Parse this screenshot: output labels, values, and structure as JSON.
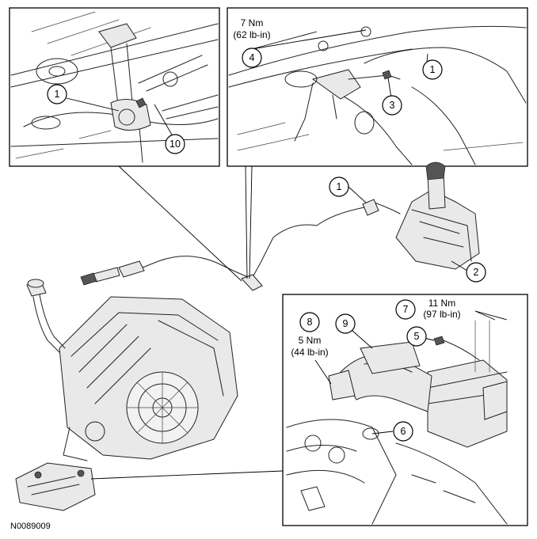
{
  "figure_id": "N0089009",
  "callouts": {
    "c1_detail_left": "1",
    "c10": "10",
    "c4": "4",
    "c3": "3",
    "c1_detail_top": "1",
    "c1_shifter": "1",
    "c2": "2",
    "c7": "7",
    "c8": "8",
    "c9": "9",
    "c5": "5",
    "c6": "6"
  },
  "torque_specs": {
    "nut_4_nm": "7 Nm",
    "nut_4_lbin": "(62 lb-in)",
    "bolt_7_nm": "11 Nm",
    "bolt_7_lbin": "(97 lb-in)",
    "bolt_8_nm": "5 Nm",
    "bolt_8_lbin": "(44 lb-in)"
  }
}
